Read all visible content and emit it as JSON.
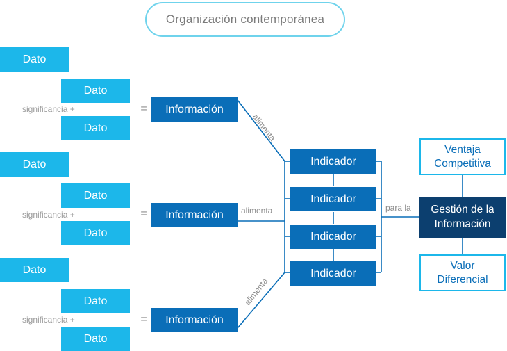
{
  "title": "Organización contemporánea",
  "groups": [
    {
      "dato_top": "Dato",
      "dato_mid": "Dato",
      "dato_bottom": "Dato",
      "significancia": "significancia +",
      "equals": "=",
      "informacion": "Información",
      "connector": "alimenta"
    },
    {
      "dato_top": "Dato",
      "dato_mid": "Dato",
      "dato_bottom": "Dato",
      "significancia": "significancia +",
      "equals": "=",
      "informacion": "Información",
      "connector": "alimenta"
    },
    {
      "dato_top": "Dato",
      "dato_mid": "Dato",
      "dato_bottom": "Dato",
      "significancia": "significancia +",
      "equals": "=",
      "informacion": "Información",
      "connector": "alimenta"
    }
  ],
  "indicators": [
    "Indicador",
    "Indicador",
    "Indicador",
    "Indicador"
  ],
  "para_la": "para la",
  "gestion": {
    "line1": "Gestión de la",
    "line2": "Información"
  },
  "ventaja": {
    "line1": "Ventaja",
    "line2": "Competitiva"
  },
  "valor": {
    "line1": "Valor",
    "line2": "Diferencial"
  },
  "colors": {
    "light_blue": "#1cb7ea",
    "mid_blue": "#0a6eb8",
    "dark_blue": "#0c3f6f",
    "gray_text": "#9a9a9a"
  }
}
